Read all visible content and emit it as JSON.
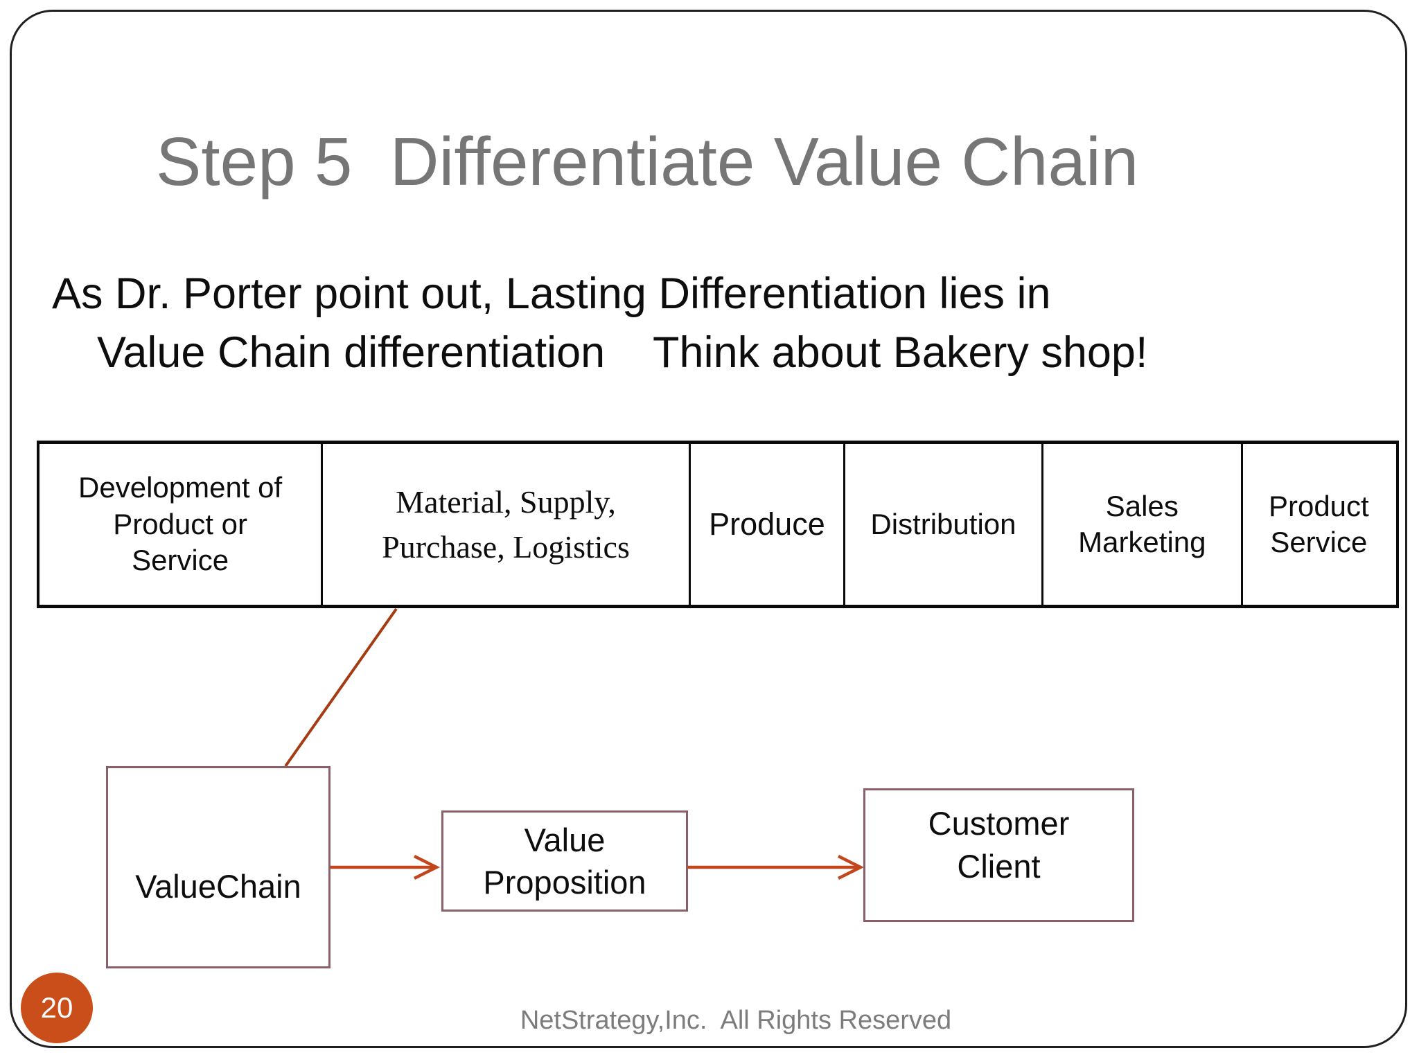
{
  "slide": {
    "title": "Step 5  Differentiate Value Chain",
    "body": {
      "line1": "As Dr. Porter point out, Lasting Differentiation lies in",
      "line2": "Value Chain differentiation    Think about Bakery shop!"
    },
    "footer": "NetStrategy,Inc.  All Rights Reserved",
    "page_number": "20"
  },
  "value_chain_table": {
    "cells": [
      {
        "label": "Development of\nProduct or\nService"
      },
      {
        "label": "Material, Supply,\nPurchase, Logistics"
      },
      {
        "label": "Produce"
      },
      {
        "label": "Distribution"
      },
      {
        "label": "Sales\nMarketing"
      },
      {
        "label": "Product\nService"
      }
    ]
  },
  "flow_diagram": {
    "boxes": [
      {
        "id": "value-chain",
        "label": "ValueChain"
      },
      {
        "id": "value-proposition",
        "label": "Value\nProposition"
      },
      {
        "id": "customer-client",
        "label": "Customer\nClient"
      }
    ],
    "connections": [
      {
        "from": "value-chain-table",
        "to": "value-chain",
        "style": "plain-line"
      },
      {
        "from": "value-chain",
        "to": "value-proposition",
        "style": "arrow"
      },
      {
        "from": "value-proposition",
        "to": "customer-client",
        "style": "arrow"
      }
    ]
  },
  "colors": {
    "title_gray": "#767676",
    "frame_black": "#202020",
    "table_border": "#0a0a0a",
    "box_border": "#8a5f68",
    "arrow_orange": "#c2451c",
    "connector_red": "#a53b12",
    "circle_orange": "#c94e19",
    "footer_gray": "#7c7c7c"
  }
}
